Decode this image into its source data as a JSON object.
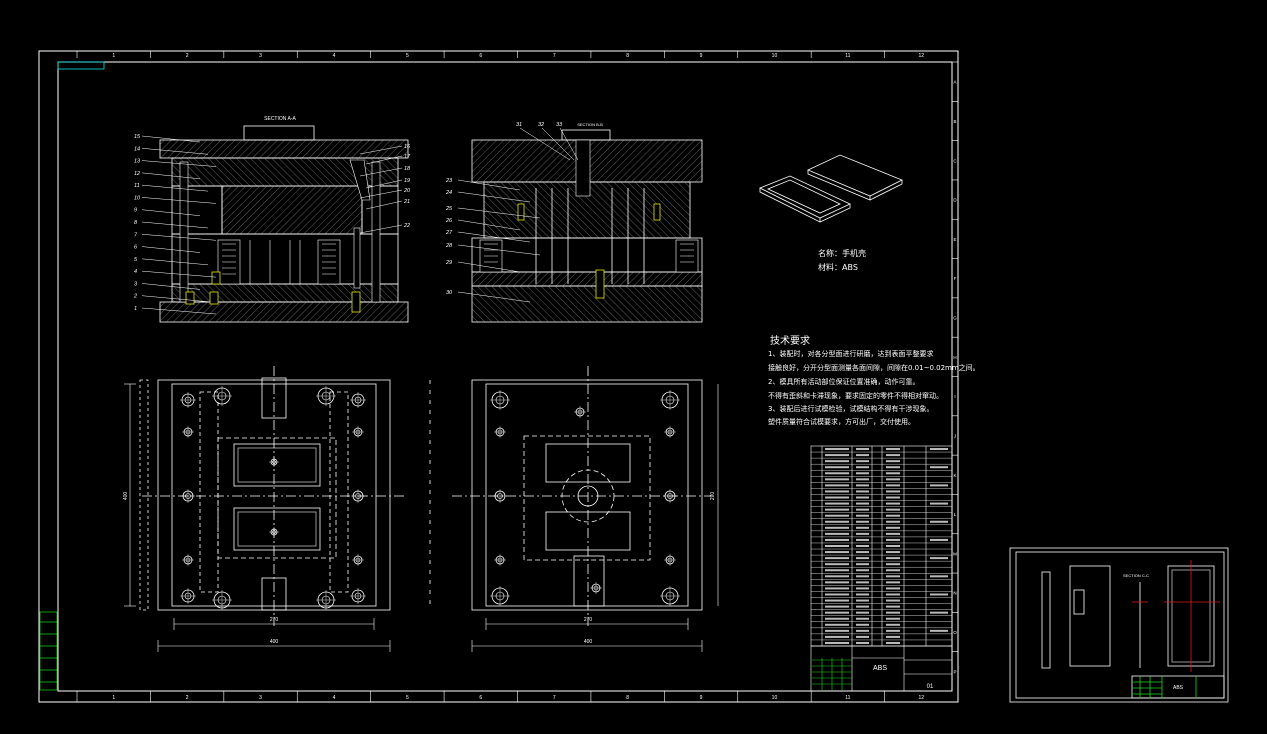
{
  "views": {
    "section_a": "SECTION A-A",
    "section_b": "SECTION B-B",
    "section_c": "SECTION C-C"
  },
  "grid": {
    "columns": [
      "1",
      "2",
      "3",
      "4",
      "5",
      "6",
      "7",
      "8",
      "9",
      "10",
      "11",
      "12"
    ],
    "rows": [
      "A",
      "B",
      "C",
      "D",
      "E",
      "F",
      "G",
      "H",
      "I",
      "J",
      "K",
      "L",
      "M",
      "N",
      "O",
      "P"
    ]
  },
  "leaders_left": [
    "15",
    "14",
    "13",
    "12",
    "11",
    "10",
    "9",
    "8",
    "7",
    "6",
    "5",
    "4",
    "3",
    "2",
    "1"
  ],
  "leaders_mid_right": [
    "16",
    "17",
    "18",
    "19",
    "20",
    "21",
    "22"
  ],
  "leaders_b_top": [
    "31",
    "32",
    "33"
  ],
  "leaders_b_left": [
    "23",
    "24",
    "25",
    "26",
    "27",
    "28",
    "29",
    "30"
  ],
  "part_info": {
    "name_label": "名称：",
    "name_value": "手机壳",
    "material_label": "材料：",
    "material_value": "ABS"
  },
  "tech": {
    "title": "技术要求",
    "lines": [
      "1、装配时，对各分型面进行研磨，达到表面平整要求",
      "接触良好，分开分型面测量各面间隙，间隙在0.01~0.02mm之间。",
      "2、模具所有活动部位保证位置准确，动作可靠。",
      "不得有歪斜和卡滞现象，要求固定的零件不得相对窜动。",
      "3、装配后进行试模检验，试模结构不得有干涉现象。",
      "塑件质量符合试模要求，方可出厂，交付使用。"
    ]
  },
  "dims": {
    "width_inner": "270",
    "width_outer": "400",
    "height_inner": "270",
    "height_outer": "400"
  },
  "title_block": {
    "material": "ABS",
    "sheet": "01",
    "small_material": "ABS"
  },
  "colors": {
    "line": "#ffffff",
    "frame": "#ffffff",
    "grid_text": "#ffffff",
    "accent_cyan": "#00e5e5",
    "accent_green": "#18d818",
    "accent_red": "#e01818",
    "accent_yellow": "#e8e800",
    "hatch": "#9a9a9a"
  }
}
